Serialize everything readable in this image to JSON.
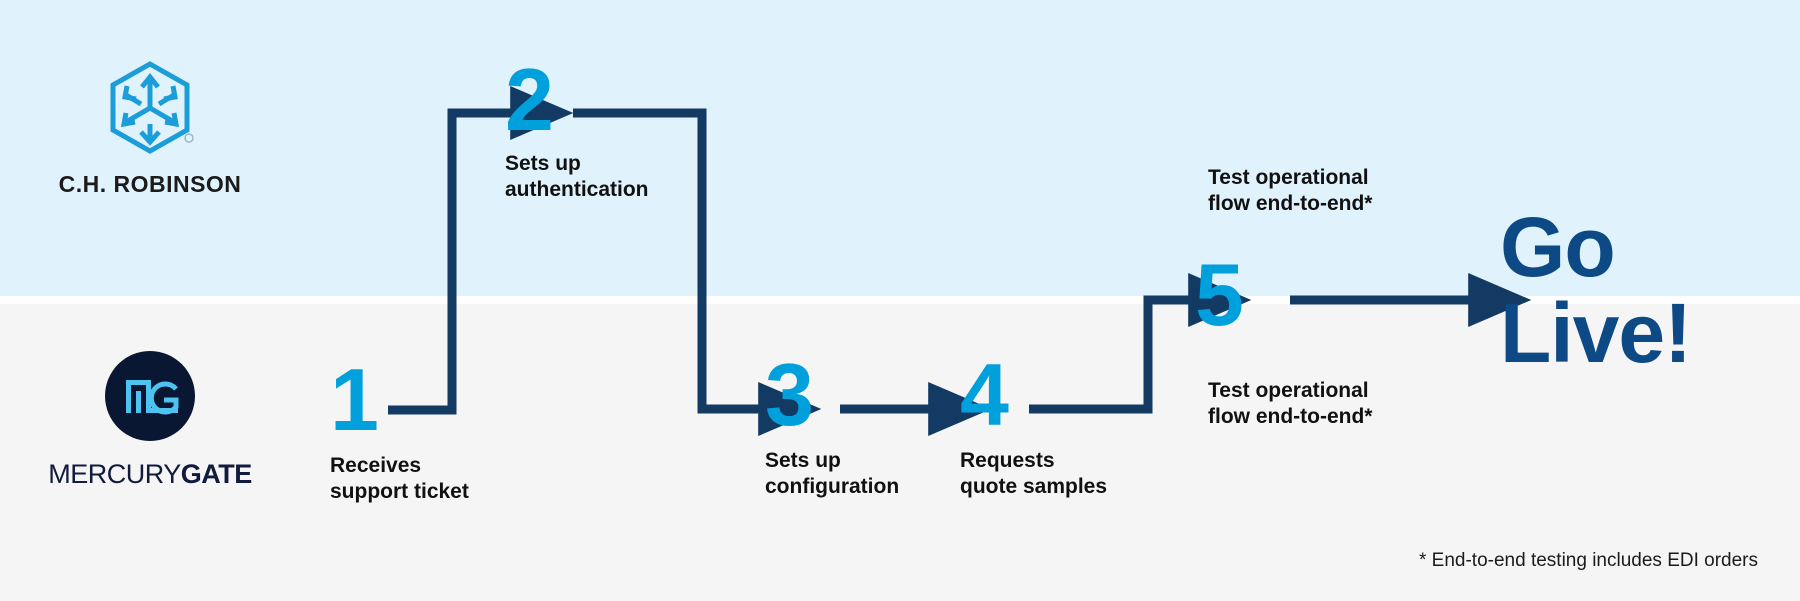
{
  "theme": {
    "band_top_color": "#e0f2fb",
    "band_bottom_color": "#f5f5f5",
    "step_number_color": "#00a0dc",
    "connector_color": "#123a63",
    "golive_color": "#0d4a85",
    "mercurygate_navy": "#0a1733",
    "chrobinson_blue": "#1b9dd9"
  },
  "logos": {
    "chrobinson": {
      "icon": "hexagon-cube-arrows-icon",
      "wordmark": "C.H. ROBINSON",
      "registered_mark": "®"
    },
    "mercurygate": {
      "icon": "mg-monogram-icon",
      "wordmark_light": "MERCURY",
      "wordmark_bold": "GATE"
    }
  },
  "steps": [
    {
      "number": "1",
      "label": "Receives\nsupport ticket",
      "lane": "mercurygate"
    },
    {
      "number": "2",
      "label": "Sets up\nauthentication",
      "lane": "chrobinson"
    },
    {
      "number": "3",
      "label": "Sets up\nconfiguration",
      "lane": "mercurygate"
    },
    {
      "number": "4",
      "label": "Requests\nquote samples",
      "lane": "mercurygate"
    },
    {
      "number": "5",
      "label": "Test operational\nflow end-to-end*",
      "lane": "both"
    }
  ],
  "labels": {
    "test_top": "Test operational\nflow end-to-end*",
    "test_bottom": "Test operational\nflow end-to-end*"
  },
  "golive": {
    "line1": "Go",
    "line2": "Live!"
  },
  "footnote": "* End-to-end testing includes EDI orders"
}
